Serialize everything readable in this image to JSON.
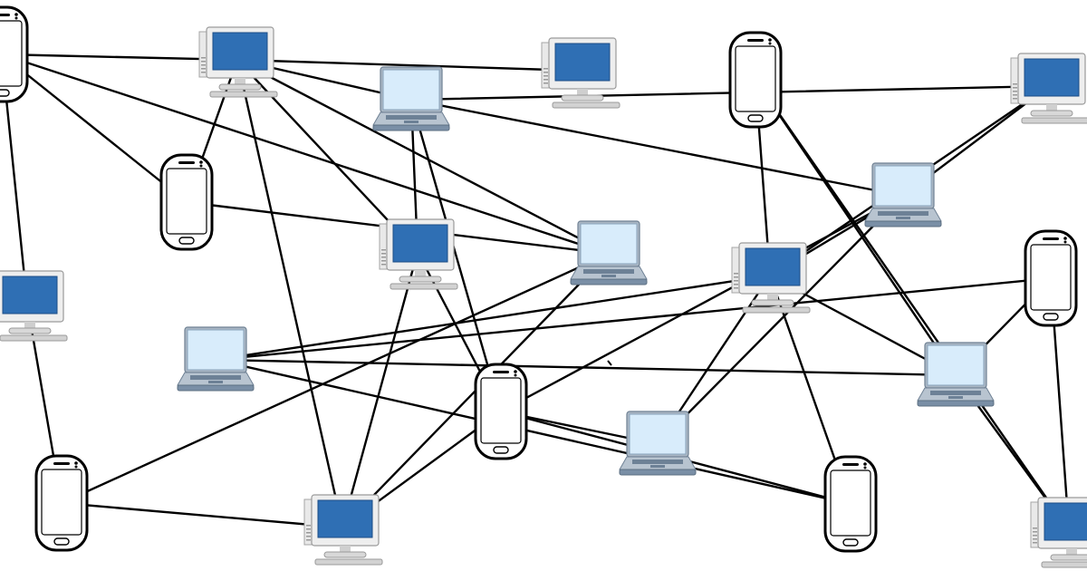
{
  "diagram": {
    "colors": {
      "background": "#ffffff",
      "link": "#000000",
      "phone_body": "#ffffff",
      "phone_outline": "#000000",
      "monitor_screen": "#2f6fb4",
      "monitor_bezel": "#dcdcdc",
      "laptop_screen": "#d8ecfb",
      "laptop_base": "#7a8fa6"
    },
    "nodes": [
      {
        "id": "phone-1",
        "kind": "phone",
        "icon": "smartphone-icon"
      },
      {
        "id": "desktop-1",
        "kind": "desktop",
        "icon": "desktop-computer-icon"
      },
      {
        "id": "laptop-1",
        "kind": "laptop",
        "icon": "laptop-icon"
      },
      {
        "id": "desktop-2",
        "kind": "desktop",
        "icon": "desktop-computer-icon"
      },
      {
        "id": "phone-2",
        "kind": "phone",
        "icon": "smartphone-icon"
      },
      {
        "id": "desktop-3",
        "kind": "desktop",
        "icon": "desktop-computer-icon"
      },
      {
        "id": "phone-3",
        "kind": "phone",
        "icon": "smartphone-icon"
      },
      {
        "id": "laptop-2",
        "kind": "laptop",
        "icon": "laptop-icon"
      },
      {
        "id": "desktop-4",
        "kind": "desktop",
        "icon": "desktop-computer-icon"
      },
      {
        "id": "laptop-3",
        "kind": "laptop",
        "icon": "laptop-icon"
      },
      {
        "id": "desktop-5",
        "kind": "desktop",
        "icon": "desktop-computer-icon"
      },
      {
        "id": "phone-4",
        "kind": "phone",
        "icon": "smartphone-icon"
      },
      {
        "id": "desktop-6",
        "kind": "desktop",
        "icon": "desktop-computer-icon"
      },
      {
        "id": "laptop-4",
        "kind": "laptop",
        "icon": "laptop-icon"
      },
      {
        "id": "laptop-5",
        "kind": "laptop",
        "icon": "laptop-icon"
      },
      {
        "id": "phone-5",
        "kind": "phone",
        "icon": "smartphone-icon"
      },
      {
        "id": "laptop-6",
        "kind": "laptop",
        "icon": "laptop-icon"
      },
      {
        "id": "phone-6",
        "kind": "phone",
        "icon": "smartphone-icon"
      },
      {
        "id": "desktop-7",
        "kind": "desktop",
        "icon": "desktop-computer-icon"
      },
      {
        "id": "phone-7",
        "kind": "phone",
        "icon": "smartphone-icon"
      },
      {
        "id": "desktop-8",
        "kind": "desktop",
        "icon": "desktop-computer-icon"
      }
    ],
    "links": [
      [
        "phone-1",
        "desktop-1"
      ],
      [
        "phone-1",
        "phone-3"
      ],
      [
        "phone-1",
        "laptop-3"
      ],
      [
        "phone-1",
        "desktop-5"
      ],
      [
        "desktop-1",
        "phone-3"
      ],
      [
        "desktop-1",
        "laptop-1"
      ],
      [
        "desktop-1",
        "desktop-2"
      ],
      [
        "desktop-1",
        "laptop-3"
      ],
      [
        "desktop-1",
        "desktop-4"
      ],
      [
        "desktop-1",
        "desktop-7"
      ],
      [
        "laptop-1",
        "desktop-3"
      ],
      [
        "laptop-1",
        "desktop-4"
      ],
      [
        "laptop-1",
        "laptop-2"
      ],
      [
        "laptop-1",
        "phone-5"
      ],
      [
        "desktop-3",
        "laptop-2"
      ],
      [
        "desktop-3",
        "desktop-6"
      ],
      [
        "phone-2",
        "desktop-8"
      ],
      [
        "phone-2",
        "desktop-6"
      ],
      [
        "phone-2",
        "laptop-4"
      ],
      [
        "phone-3",
        "laptop-3"
      ],
      [
        "desktop-4",
        "phone-5"
      ],
      [
        "desktop-4",
        "desktop-7"
      ],
      [
        "laptop-2",
        "desktop-6"
      ],
      [
        "laptop-2",
        "phone-5"
      ],
      [
        "laptop-2",
        "laptop-6"
      ],
      [
        "laptop-3",
        "phone-6"
      ],
      [
        "laptop-3",
        "desktop-7"
      ],
      [
        "desktop-5",
        "phone-6"
      ],
      [
        "phone-6",
        "desktop-7"
      ],
      [
        "desktop-7",
        "phone-5"
      ],
      [
        "phone-5",
        "laptop-6"
      ],
      [
        "phone-5",
        "phone-7"
      ],
      [
        "desktop-6",
        "laptop-4"
      ],
      [
        "desktop-6",
        "laptop-6"
      ],
      [
        "desktop-6",
        "laptop-5"
      ],
      [
        "desktop-6",
        "phone-7"
      ],
      [
        "desktop-8",
        "laptop-4"
      ],
      [
        "desktop-8",
        "phone-4"
      ],
      [
        "laptop-4",
        "phone-4"
      ],
      [
        "laptop-4",
        "laptop-5"
      ],
      [
        "phone-4",
        "laptop-5"
      ],
      [
        "laptop-5",
        "phone-7"
      ],
      [
        "laptop-5",
        "desktop-9"
      ],
      [
        "phone-7",
        "desktop-9"
      ]
    ]
  }
}
